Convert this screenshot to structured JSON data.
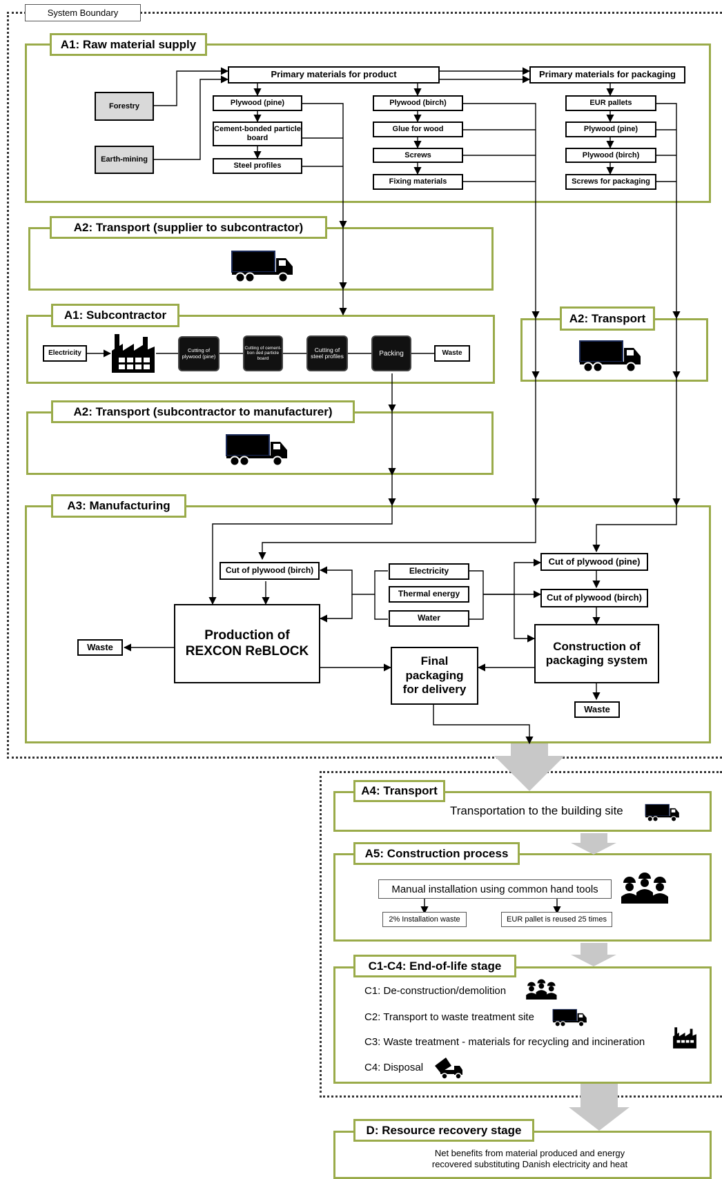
{
  "system_boundary": "System Boundary",
  "a1": {
    "title": "A1: Raw material supply",
    "forestry": "Forestry",
    "earth_mining": "Earth-mining",
    "primary_product": "Primary materials for product",
    "primary_packaging": "Primary materials for packaging",
    "col1": [
      "Plywood (pine)",
      "Cement-bonded particle board",
      "Steel profiles"
    ],
    "col2": [
      "Plywood (birch)",
      "Glue for wood",
      "Screws",
      "Fixing materials"
    ],
    "col3": [
      "EUR pallets",
      "Plywood (pine)",
      "Plywood (birch)",
      "Screws for packaging"
    ]
  },
  "a2_supplier": {
    "title": "A2: Transport (supplier to subcontractor)"
  },
  "a1_sub": {
    "title": "A1: Subcontractor",
    "electricity": "Electricity",
    "steps": [
      "Cutting of plywood (pine)",
      "Cutting of cement-bon ded particle board",
      "Cutting of steel profiles",
      "Packing"
    ],
    "waste": "Waste"
  },
  "a2_right": {
    "title": "A2: Transport"
  },
  "a2_sub_man": {
    "title": "A2: Transport (subcontractor to manufacturer)"
  },
  "a3": {
    "title": "A3: Manufacturing",
    "cut_birch_left": "Cut of plywood (birch)",
    "electricity": "Electricity",
    "thermal": "Thermal energy",
    "water": "Water",
    "cut_pine": "Cut of plywood (pine)",
    "cut_birch_right": "Cut of plywood (birch)",
    "production": "Production of REXCON ReBLOCK",
    "waste_left": "Waste",
    "final_packaging": "Final packaging for delivery",
    "construction_packaging": "Construction of packaging system",
    "waste_right": "Waste"
  },
  "a4": {
    "title": "A4: Transport",
    "text": "Transportation to the building site"
  },
  "a5": {
    "title": "A5: Construction process",
    "manual": "Manual installation using  common hand tools",
    "waste_pct": "2% Installation waste",
    "pallet_reuse": "EUR pallet is reused 25 times"
  },
  "c": {
    "title": "C1-C4: End-of-life stage",
    "c1": "C1: De-construction/demolition",
    "c2": "C2: Transport to waste treatment site",
    "c3": "C3: Waste treatment - materials for recycling and incineration",
    "c4": "C4: Disposal"
  },
  "d": {
    "title": "D: Resource recovery stage",
    "text": "Net benefits from material produced and energy recovered substituting Danish electricity and heat"
  },
  "colors": {
    "stage_border": "#9aab4a",
    "arrow_gray": "#c8c8c8",
    "node_gray": "#d9d9d9"
  }
}
